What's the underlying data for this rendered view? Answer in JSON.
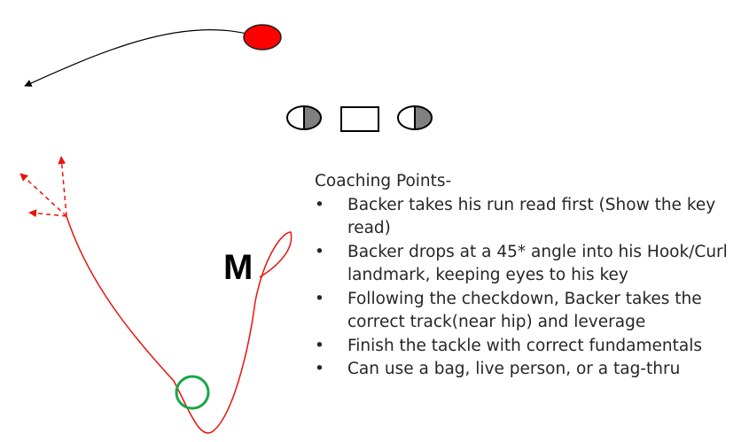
{
  "marker": {
    "label": "M"
  },
  "coaching_points": {
    "heading": "Coaching Points-",
    "bullet": "•",
    "items": [
      "Backer takes his run read first (Show the key read)",
      "Backer drops at a 45* angle into his Hook/Curl landmark, keeping eyes to his key",
      "Following the checkdown, Backer takes the correct track(near hip) and leverage",
      "Finish the tackle with correct fundamentals",
      "Can use a bag, live person, or a tag-thru"
    ]
  },
  "colors": {
    "ball_fill": "#ff0000",
    "route_line": "#e8140c",
    "drop_arrows": "#e8140c",
    "start_circle": "#1aa64a",
    "lineman_shade": "#808080",
    "text": "#262626"
  }
}
